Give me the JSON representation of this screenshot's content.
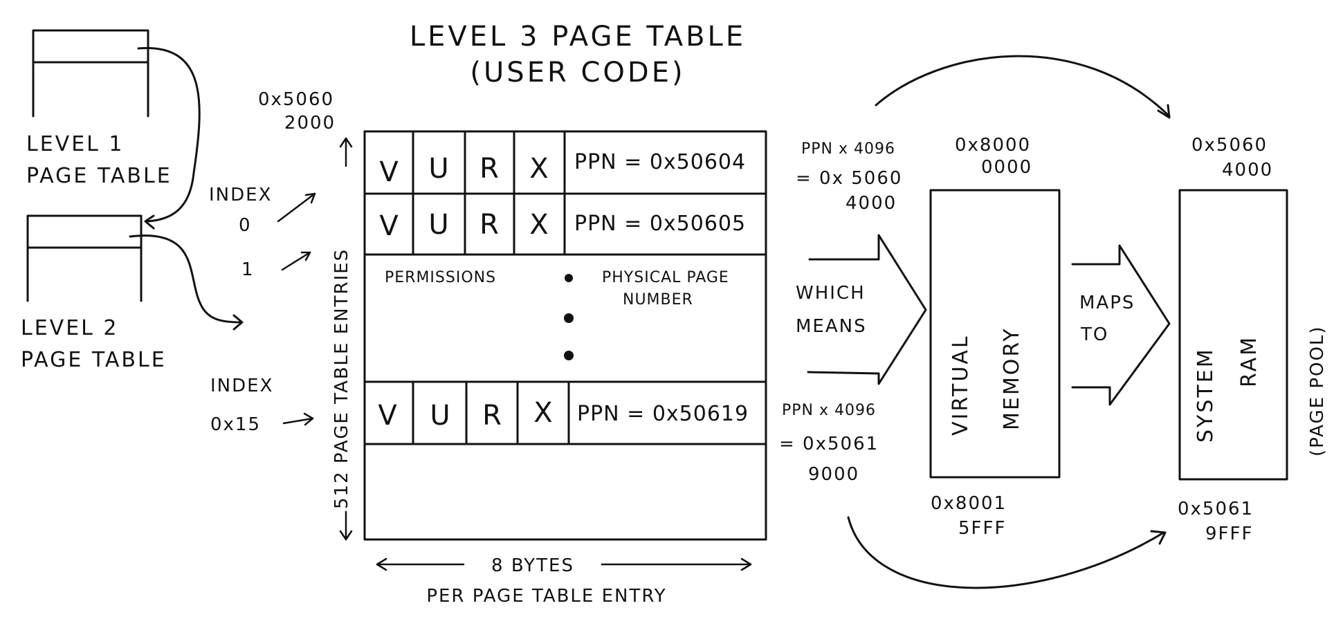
{
  "title": {
    "line1": "LEVEL 3 PAGE TABLE",
    "line2": "(USER CODE)"
  },
  "level1": {
    "line1": "LEVEL 1",
    "line2": "PAGE TABLE"
  },
  "level2": {
    "line1": "LEVEL 2",
    "line2": "PAGE TABLE"
  },
  "table_base": {
    "line1": "0x5060",
    "line2": "2000"
  },
  "index_labels": {
    "index_word_top": "INDEX",
    "idx0": "0",
    "idx1": "1",
    "index_word_bottom": "INDEX",
    "idx15": "0x15"
  },
  "entries_label": "512 PAGE TABLE ENTRIES",
  "pte_rows": [
    {
      "flags": [
        "V",
        "U",
        "R",
        "X"
      ],
      "ppn": "PPN = 0x50604"
    },
    {
      "flags": [
        "V",
        "U",
        "R",
        "X"
      ],
      "ppn": "PPN = 0x50605"
    },
    {
      "flags": [
        "V",
        "U",
        "R",
        "X"
      ],
      "ppn": "PPN = 0x50619"
    }
  ],
  "middle_notes": {
    "permissions": "PERMISSIONS",
    "physical_line1": "PHYSICAL PAGE",
    "physical_line2": "NUMBER"
  },
  "byte_label": "8 BYTES",
  "byte_label2": "PER PAGE TABLE ENTRY",
  "calc_top": {
    "line1": "PPN x 4096",
    "line2": "= 0x 5060",
    "line3": "4000"
  },
  "calc_bottom": {
    "line1": "PPN x 4096",
    "line2": "= 0x5061",
    "line3": "9000"
  },
  "which_means": {
    "line1": "WHICH",
    "line2": "MEANS"
  },
  "maps_to": {
    "line1": "MAPS",
    "line2": "TO"
  },
  "virtual": {
    "top_line1": "0x8000",
    "top_line2": "0000",
    "word1": "VIRTUAL",
    "word2": "MEMORY",
    "bottom_line1": "0x8001",
    "bottom_line2": "5FFF"
  },
  "ram": {
    "top_line1": "0x5060",
    "top_line2": "4000",
    "word1": "SYSTEM",
    "word2": "RAM",
    "bottom_line1": "0x5061",
    "bottom_line2": "9FFF",
    "side_label": "(PAGE POOL)"
  }
}
